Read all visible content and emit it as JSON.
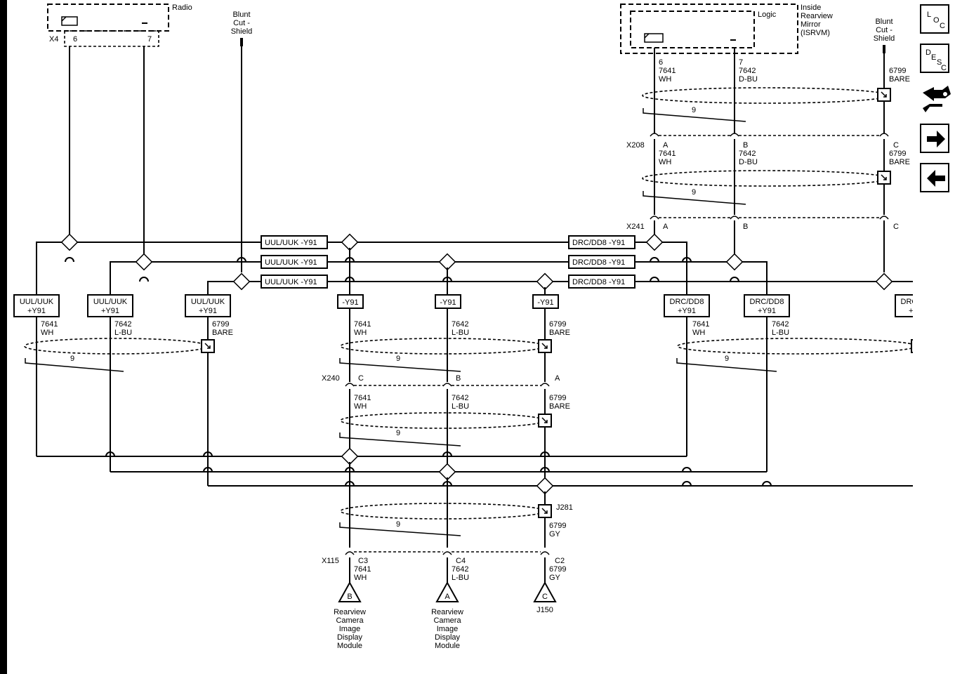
{
  "components": {
    "radio": "Radio",
    "x4": "X4",
    "radio_pin_a": "6",
    "radio_pin_b": "7",
    "isrvm_title": [
      "Inside",
      "Rearview",
      "Mirror",
      "(ISRVM)"
    ],
    "logic": "Logic",
    "blunt_cut_shield": [
      "Blunt",
      "Cut -",
      "Shield"
    ]
  },
  "connectors": {
    "x208": "X208",
    "x241": "X241",
    "x240": "X240",
    "x115": "X115",
    "j281": "J281",
    "j150": "J150"
  },
  "pins": {
    "a": "A",
    "b": "B",
    "c": "C",
    "c3": "C3",
    "c4": "C4",
    "c2": "C2",
    "p6": "6",
    "p7": "7"
  },
  "circuits": {
    "c7641": "7641",
    "c7642": "7642",
    "c6799": "6799",
    "wh": "WH",
    "dbu": "D-BU",
    "lbu": "L-BU",
    "bare": "BARE",
    "gy": "GY",
    "twist": "9"
  },
  "options": {
    "uul_y91": "UUL/UUK -Y91",
    "drc_y91": "DRC/DD8 -Y91",
    "uul": "UUL/UUK",
    "drc": "DRC/DD8",
    "plus_y91": "+Y91",
    "minus_y91": "-Y91"
  },
  "destinations": {
    "tri_b": "B",
    "tri_a": "A",
    "tri_c": "C",
    "module_name": [
      "Rearview",
      "Camera",
      "Image",
      "Display",
      "Module"
    ]
  },
  "nav": {
    "loc": {
      "l": "L",
      "o": "O",
      "c": "C"
    },
    "desc": {
      "d": "D",
      "e": "E",
      "s": "S",
      "c": "C"
    }
  }
}
